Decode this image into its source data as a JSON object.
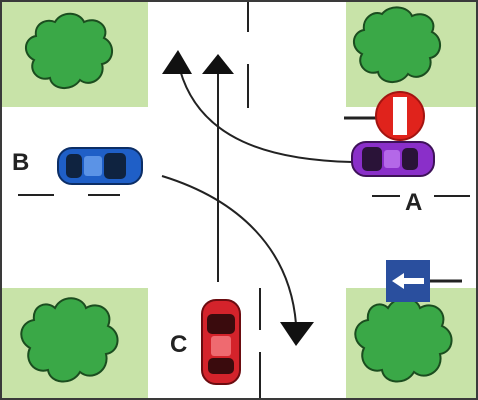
{
  "diagram": {
    "cars": [
      {
        "label": "A",
        "color": "#8a2fc9"
      },
      {
        "label": "B",
        "color": "#1f5fc7"
      },
      {
        "label": "C",
        "color": "#d4232b"
      }
    ],
    "signs": {
      "no_entry": {
        "color": "#e0231c"
      },
      "one_way": {
        "color": "#2a4f9e"
      }
    },
    "colors": {
      "grass": "#c8e3a8",
      "tree": "#3aa847",
      "tree_outline": "#1b4d1f",
      "road": "#ffffff",
      "border": "#3a3a3a"
    }
  }
}
